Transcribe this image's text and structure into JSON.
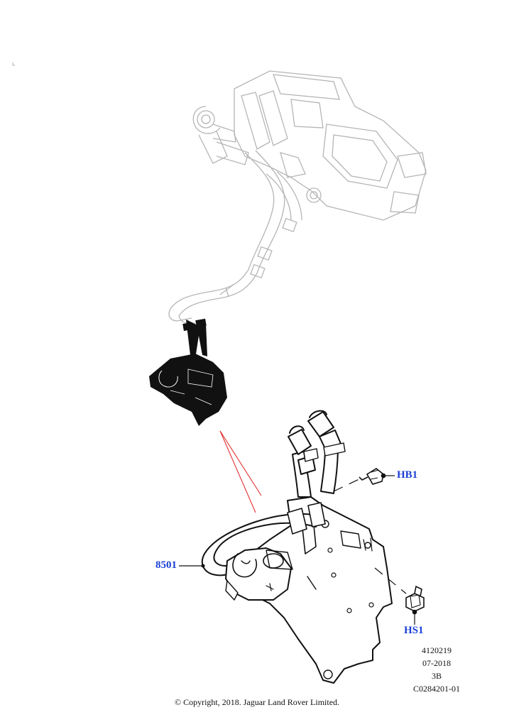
{
  "callouts": {
    "main_part": "8501",
    "bolt": "HB1",
    "screw": "HS1"
  },
  "reference": {
    "illustration_number": "4120219",
    "date": "07-2018",
    "revision": "3B",
    "code": "C0284201-01"
  },
  "copyright": "© Copyright, 2018. Jaguar Land Rover Limited.",
  "colors": {
    "callout_text": "#1a3fd6",
    "leader_line": "#e02020",
    "line_art": "#111111",
    "ghost_art": "#b5b5b5"
  }
}
